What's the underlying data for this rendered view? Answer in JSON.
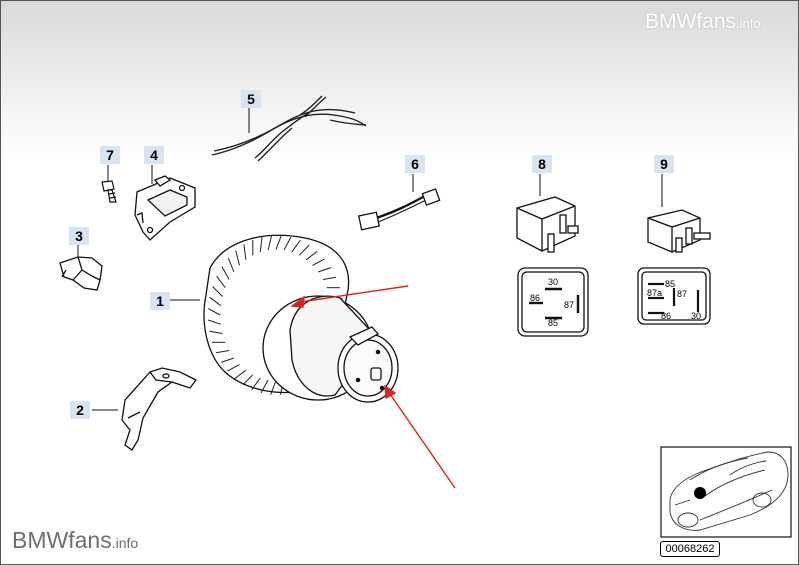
{
  "watermark": {
    "brand": "BMW",
    "site": "fans",
    "tld": ".info"
  },
  "callouts": [
    "1",
    "2",
    "3",
    "4",
    "5",
    "6",
    "7",
    "8",
    "9"
  ],
  "relay_8": {
    "pins": [
      "30",
      "86",
      "87",
      "85"
    ]
  },
  "relay_9": {
    "pins": [
      "85",
      "87a",
      "87",
      "86",
      "30"
    ]
  },
  "reference_number": "00068262",
  "colors": {
    "arrow": "#e02020",
    "callout_bg": "#d8e4ef",
    "line": "#000000"
  }
}
